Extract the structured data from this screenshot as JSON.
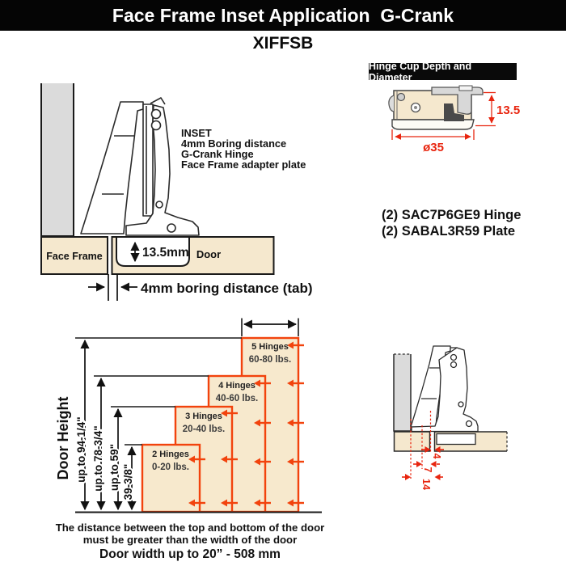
{
  "header": {
    "title": "Face Frame Inset Application  G-Crank",
    "model": "XIFFSB"
  },
  "inset_view": {
    "notes": [
      "INSET",
      "4mm Boring distance",
      "G-Crank Hinge",
      "Face Frame adapter plate"
    ],
    "cup_depth": "13.5mm",
    "face_frame": "Face Frame",
    "door": "Door",
    "boring": "4mm boring distance (tab)"
  },
  "cup_spec": {
    "banner": "Hinge Cup Depth and Diameter",
    "depth": "13.5",
    "diameter": "ø35"
  },
  "parts": [
    "(2) SAC7P6GE9 Hinge",
    "(2) SABAL3R59 Plate"
  ],
  "hinge_chart": {
    "axis_label": "Door Height",
    "heights": [
      "up to 94-1/4\"",
      "up to 78-3/4\"",
      "up to 59\"",
      "39-3/8\""
    ],
    "doors": [
      {
        "hinges": "2 Hinges",
        "weight": "0-20 lbs."
      },
      {
        "hinges": "3 Hinges",
        "weight": "20-40 lbs."
      },
      {
        "hinges": "4 Hinges",
        "weight": "40-60 lbs."
      },
      {
        "hinges": "5 Hinges",
        "weight": "60-80 lbs."
      }
    ],
    "footnote": [
      "The distance between the top and bottom of the door",
      "must be greater than the width of the door",
      "Door width up to 20” - 508 mm"
    ]
  },
  "side_view": {
    "dims": [
      "4",
      "7",
      "14"
    ]
  },
  "colors": {
    "wood": "#f5e8ce",
    "chart_fill": "#f7e9cd",
    "chart_line": "#f2430d",
    "dim_red": "#e8250f",
    "panel_gray": "#dbdbdb"
  }
}
